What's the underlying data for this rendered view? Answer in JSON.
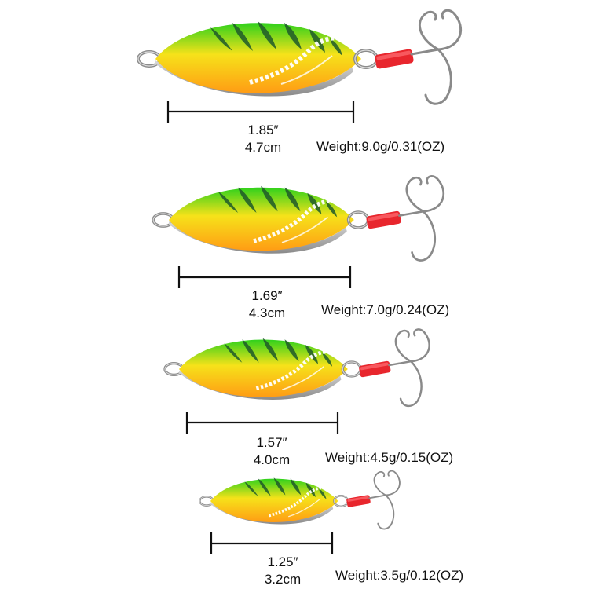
{
  "colors": {
    "spoon_green": "#2fd11c",
    "spoon_yellow": "#f6e21a",
    "spoon_orange": "#ff9c14",
    "stripe": "#1f5a2a",
    "metal": "#9a9a9a",
    "tube": "#e8262d",
    "line": "#111111"
  },
  "lures": [
    {
      "size_in": "1.85″",
      "size_cm": "4.7cm",
      "weight": "Weight:9.0g/0.31(OZ)"
    },
    {
      "size_in": "1.69″",
      "size_cm": "4.3cm",
      "weight": "Weight:7.0g/0.24(OZ)"
    },
    {
      "size_in": "1.57″",
      "size_cm": "4.0cm",
      "weight": "Weight:4.5g/0.15(OZ)"
    },
    {
      "size_in": "1.25″",
      "size_cm": "3.2cm",
      "weight": "Weight:3.5g/0.12(OZ)"
    }
  ]
}
